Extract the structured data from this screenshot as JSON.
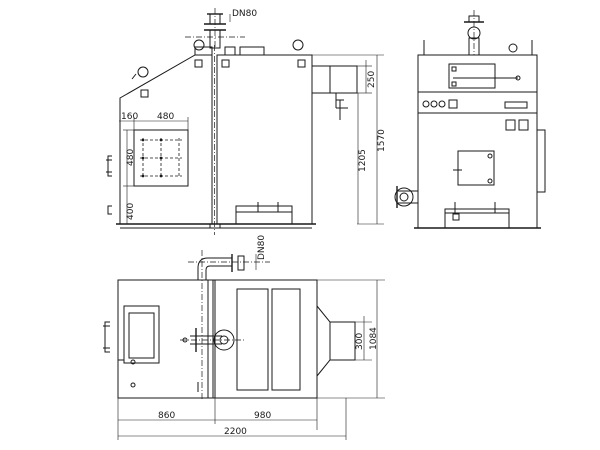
{
  "labels": {
    "dn_top": "DN80",
    "dn_plan": "DN80",
    "dim_250": "250",
    "dim_1570": "1570",
    "dim_1205": "1205",
    "dim_160": "160",
    "dim_480_h": "480",
    "dim_480_v": "480",
    "dim_400": "400",
    "dim_300": "300",
    "dim_1084": "1084",
    "dim_860": "860",
    "dim_980": "980",
    "dim_2200": "2200"
  }
}
